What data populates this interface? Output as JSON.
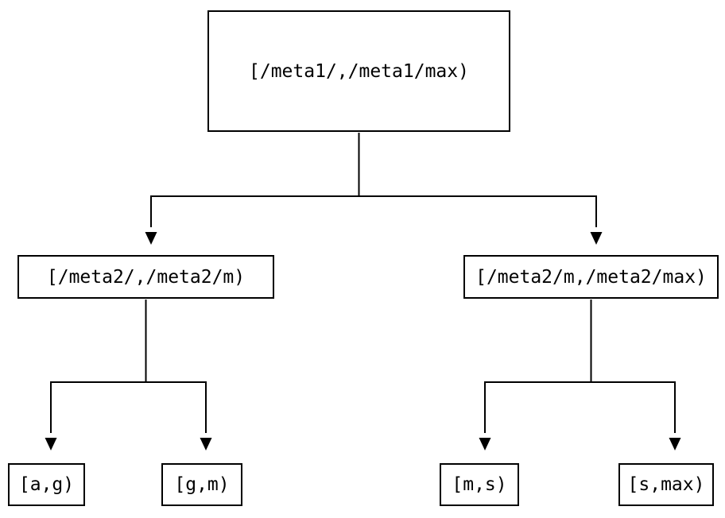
{
  "colors": {
    "background": "#ffffff",
    "line": "#000000",
    "text": "#000000"
  },
  "nodes": {
    "root": {
      "label": "[/meta1/,/meta1/max)"
    },
    "left": {
      "label": "[/meta2/,/meta2/m)"
    },
    "right": {
      "label": "[/meta2/m,/meta2/max)"
    },
    "leaf_ag": {
      "label": "[a,g)"
    },
    "leaf_gm": {
      "label": "[g,m)"
    },
    "leaf_ms": {
      "label": "[m,s)"
    },
    "leaf_smax": {
      "label": "[s,max)"
    }
  }
}
